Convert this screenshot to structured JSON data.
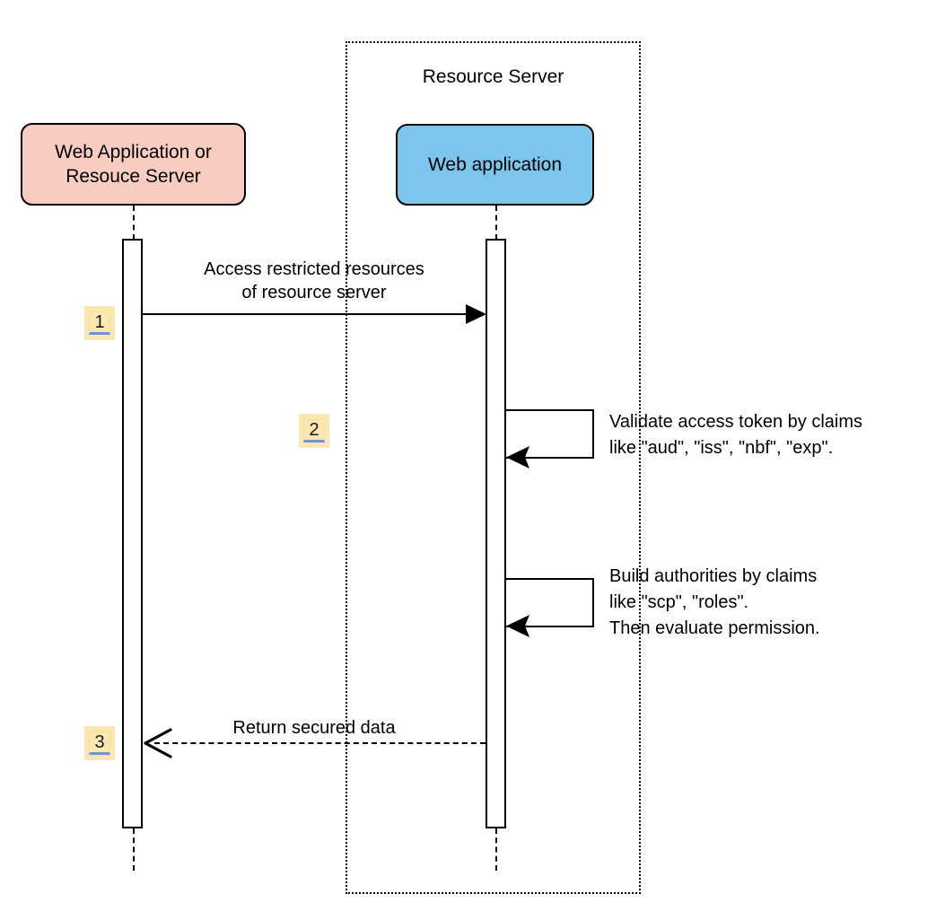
{
  "diagram": {
    "type": "uml-sequence-diagram",
    "title": "OAuth2 resource server access sequence",
    "frame": {
      "label": "Resource Server"
    },
    "participants": [
      {
        "id": "client",
        "label": "Web Application or\nResouce Server",
        "color": "#f8ccc0",
        "inside_frame": false
      },
      {
        "id": "resource-web-app",
        "label": "Web application",
        "color": "#7cc6ee",
        "inside_frame": true
      }
    ],
    "messages": [
      {
        "step": "1",
        "from": "client",
        "to": "resource-web-app",
        "label": "Access restricted resources\nof resource server",
        "style": "solid",
        "arrow": "filled",
        "kind": "call"
      },
      {
        "step": "2",
        "from": "resource-web-app",
        "to": "resource-web-app",
        "label": "Validate access token by claims\nlike \"aud\", \"iss\", \"nbf\", \"exp\".",
        "style": "solid",
        "arrow": "filled",
        "kind": "self-call"
      },
      {
        "step": "",
        "from": "resource-web-app",
        "to": "resource-web-app",
        "label": "Build authorities by claims\nlike \"scp\", \"roles\".\nThen evaluate permission.",
        "style": "solid",
        "arrow": "filled",
        "kind": "self-call"
      },
      {
        "step": "3",
        "from": "resource-web-app",
        "to": "client",
        "label": "Return secured data",
        "style": "dashed",
        "arrow": "open",
        "kind": "return"
      }
    ],
    "colors": {
      "client_box": "#f8ccc0",
      "server_box": "#7cc6ee",
      "badge_background": "#fbe8b0",
      "badge_underline": "#6c93d6",
      "stroke": "#000000",
      "background": "#ffffff"
    }
  }
}
